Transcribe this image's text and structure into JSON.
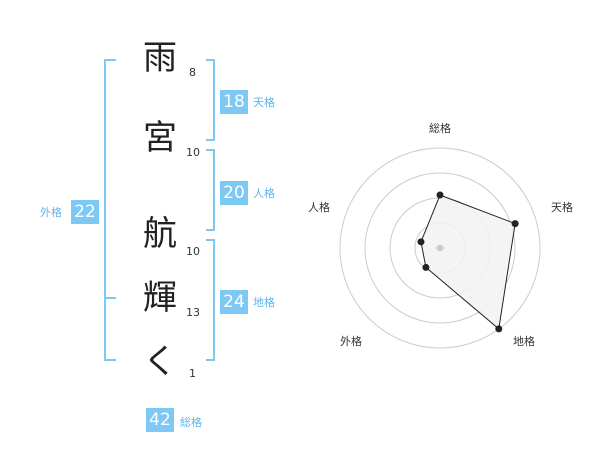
{
  "name": {
    "characters": [
      {
        "char": "雨",
        "strokes": "8"
      },
      {
        "char": "宮",
        "strokes": "10"
      },
      {
        "char": "航",
        "strokes": "10"
      },
      {
        "char": "輝",
        "strokes": "13"
      },
      {
        "char": "く",
        "strokes": "1"
      }
    ]
  },
  "kaku": {
    "tenkaku": {
      "value": "18",
      "label": "天格"
    },
    "jinkaku": {
      "value": "20",
      "label": "人格"
    },
    "chikaku": {
      "value": "24",
      "label": "地格"
    },
    "gaikaku": {
      "value": "22",
      "label": "外格"
    },
    "soukaku": {
      "value": "42",
      "label": "総格"
    }
  },
  "chart_data": {
    "type": "radar",
    "axes": [
      "総格",
      "天格",
      "地格",
      "外格",
      "人格"
    ],
    "values": [
      0.53,
      0.79,
      1.0,
      0.24,
      0.2
    ],
    "range": [
      0,
      1
    ],
    "rings": 4
  },
  "colors": {
    "accent": "#7dc8f4",
    "bracket": "#7dc8f4",
    "radar_fill": "#f2f2f2",
    "radar_line": "#222222",
    "ring": "#cccccc"
  }
}
